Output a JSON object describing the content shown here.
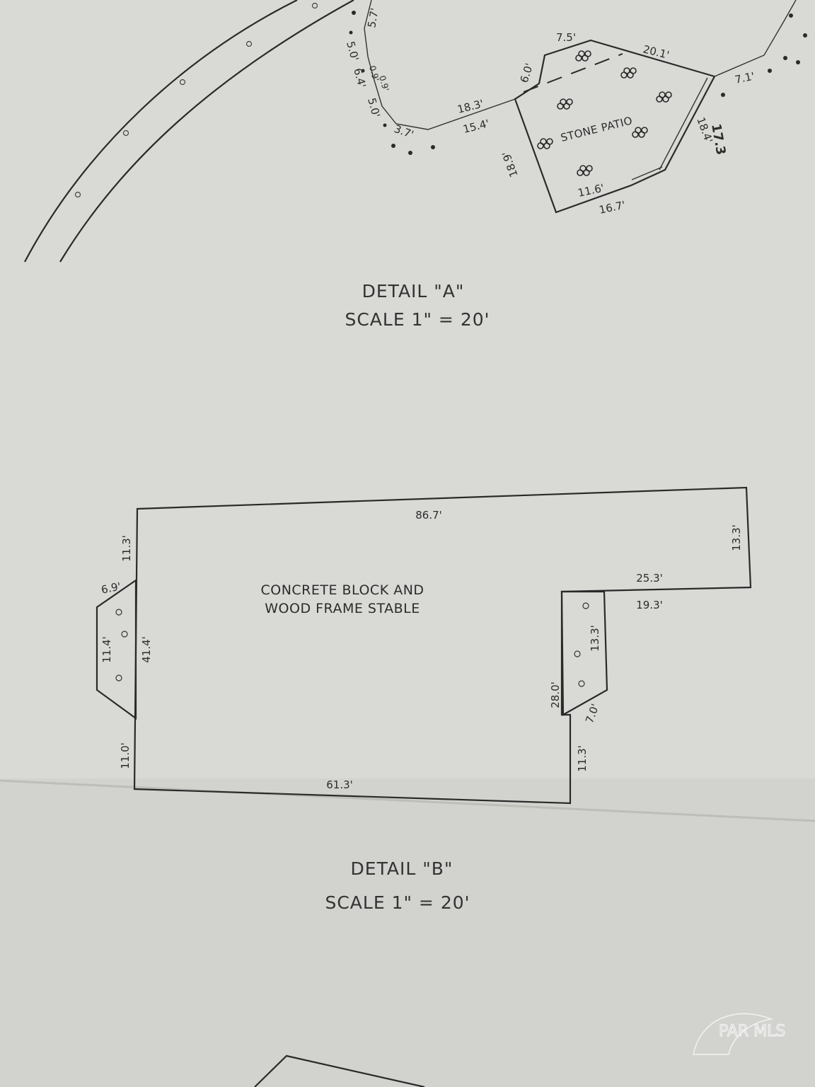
{
  "detail_a": {
    "title": "DETAIL \"A\"",
    "scale": "SCALE 1\" = 20'",
    "patio_label": "STONE PATIO",
    "dims": {
      "d_7_5": "7.5'",
      "d_20_1": "20.1'",
      "d_6_0": "6.0'",
      "d_7_1": "7.1'",
      "d_18_3": "18.3'",
      "d_15_4": "15.4'",
      "d_18_9": "18.9'",
      "d_11_6": "11.6'",
      "d_16_7": "16.7'",
      "d_5_7": "5.7'",
      "d_5_0a": "5.0'",
      "d_0_9a": "0.9'",
      "d_0_9b": "0.9'",
      "d_6_4": "6.4'",
      "d_5_0b": "5.0'",
      "d_3_7": "3.7'",
      "d_18_4": "18.4'",
      "handwritten": "17.3"
    }
  },
  "detail_b": {
    "title": "DETAIL \"B\"",
    "scale": "SCALE 1\" = 20'",
    "label_line1": "CONCRETE BLOCK AND",
    "label_line2": "WOOD FRAME STABLE",
    "dims": {
      "top": "86.7'",
      "left_upper": "11.3'",
      "left_bay_top": "6.9'",
      "left_bay": "11.4'",
      "left_wall": "41.4'",
      "left_lower": "11.0'",
      "bottom": "61.3'",
      "right_top": "13.3'",
      "notch_top": "25.3'",
      "notch_bottom": "19.3'",
      "right_bay": "13.3'",
      "right_wall": "28.0'",
      "right_bay_bottom": "7.0'",
      "right_lower": "11.3'"
    }
  },
  "watermark": {
    "text": "PAR MLS"
  },
  "colors": {
    "paper": "#d9d9d6",
    "ink": "#2a2a2a"
  }
}
